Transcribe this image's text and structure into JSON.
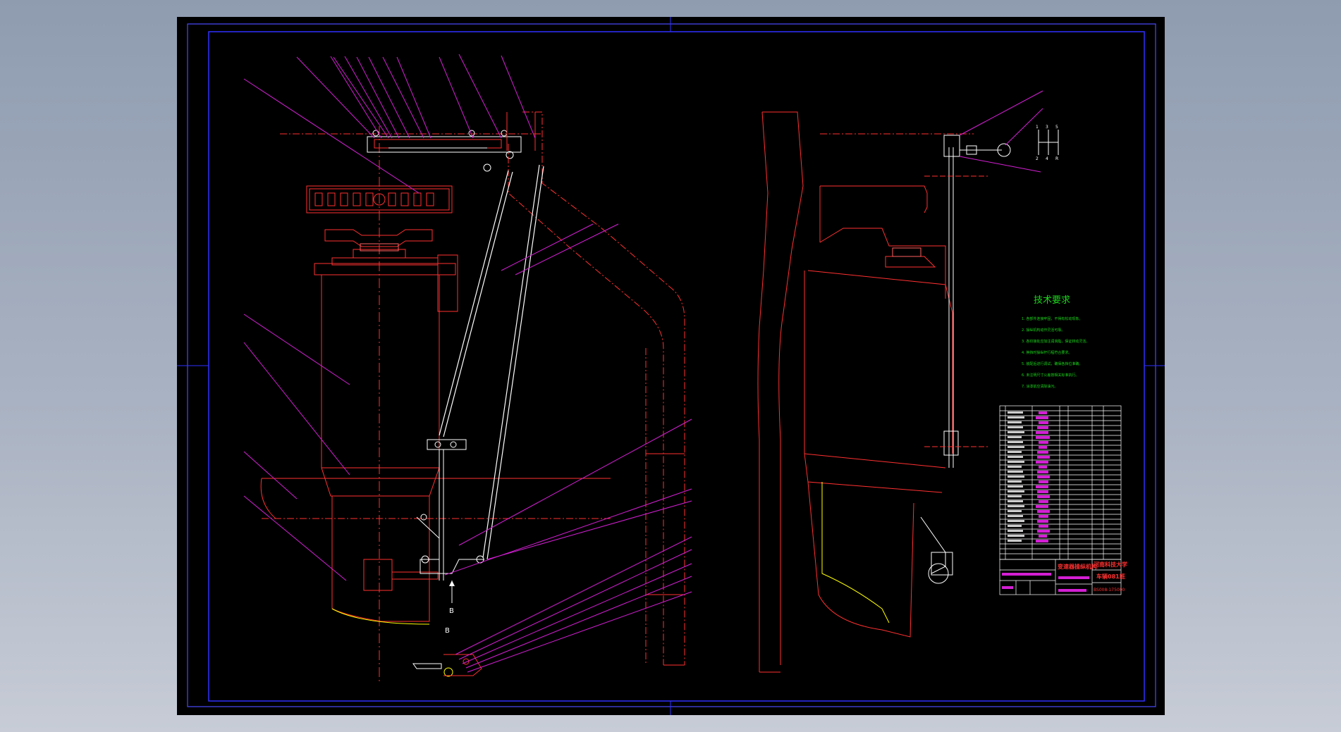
{
  "drawing": {
    "tech_requirements_title": "技术要求",
    "tech_requirements": [
      "1. 各部件连接牢固，不得有松动现象。",
      "2. 操纵机构动作灵活可靠。",
      "3. 各铰接处应加注润滑脂，保证转动灵活。",
      "4. 换挡时操纵杆行程符合要求。",
      "5. 装配后进行调试，确保各挡位准确。",
      "6. 未注明尺寸公差按相关标准执行。",
      "7. 涂漆前应清除油污。"
    ],
    "view_label_b": "B",
    "title_block": {
      "drawing_name": "变速器操纵机构",
      "school": "河南科技大学",
      "dept": "车辆081班",
      "drawing_number": "BS008-175000"
    },
    "colors": {
      "background": "#000000",
      "frame": "#2a2aff",
      "outline": "#ff2a2a",
      "leader": "#d41fd4",
      "linkage": "#ffffff",
      "note_text": "#19d619",
      "centerline": "#ff3030",
      "accent": "#ffff00"
    }
  }
}
